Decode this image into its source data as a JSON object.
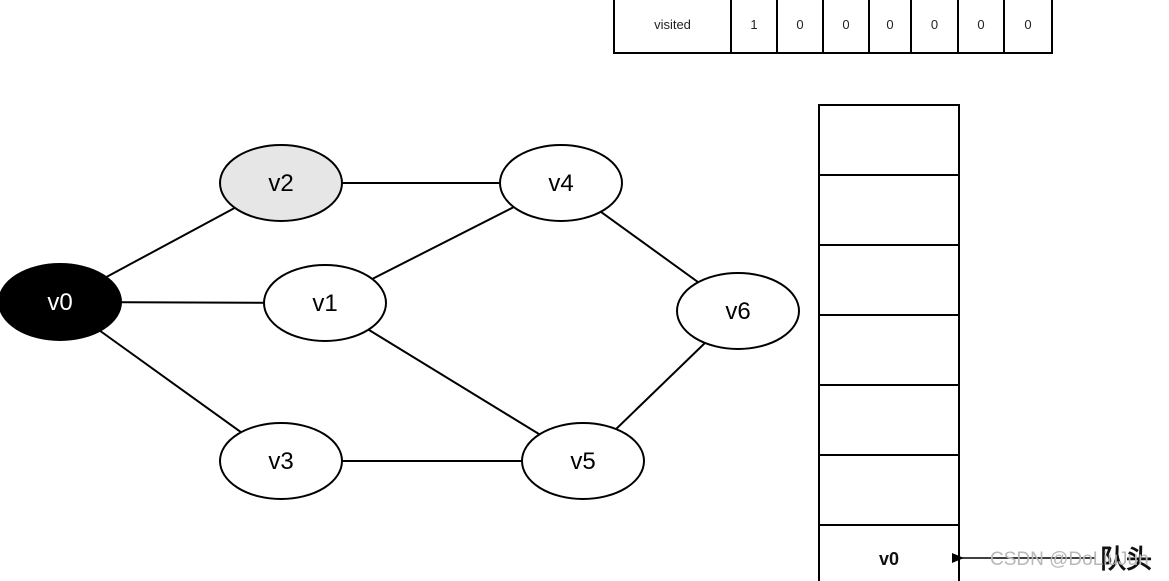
{
  "visited_table": {
    "header": "visited",
    "values": [
      "1",
      "0",
      "0",
      "0",
      "0",
      "0",
      "0"
    ]
  },
  "graph": {
    "nodes": [
      {
        "id": "v0",
        "label": "v0",
        "state": "current"
      },
      {
        "id": "v1",
        "label": "v1",
        "state": "unvisited"
      },
      {
        "id": "v2",
        "label": "v2",
        "state": "highlighted"
      },
      {
        "id": "v3",
        "label": "v3",
        "state": "unvisited"
      },
      {
        "id": "v4",
        "label": "v4",
        "state": "unvisited"
      },
      {
        "id": "v5",
        "label": "v5",
        "state": "unvisited"
      },
      {
        "id": "v6",
        "label": "v6",
        "state": "unvisited"
      }
    ],
    "edges": [
      [
        "v0",
        "v2"
      ],
      [
        "v0",
        "v1"
      ],
      [
        "v0",
        "v3"
      ],
      [
        "v2",
        "v4"
      ],
      [
        "v1",
        "v4"
      ],
      [
        "v1",
        "v5"
      ],
      [
        "v3",
        "v5"
      ],
      [
        "v4",
        "v6"
      ],
      [
        "v5",
        "v6"
      ]
    ]
  },
  "queue": {
    "cells": [
      "",
      "",
      "",
      "",
      "",
      "",
      "v0"
    ],
    "pointer_label": "队头"
  },
  "watermark": "CSDN @DoLiuJun",
  "colors": {
    "current_fill": "#000000",
    "current_text": "#ffffff",
    "highlighted_fill": "#e6e6e6",
    "unvisited_fill": "#ffffff",
    "stroke": "#000000"
  }
}
